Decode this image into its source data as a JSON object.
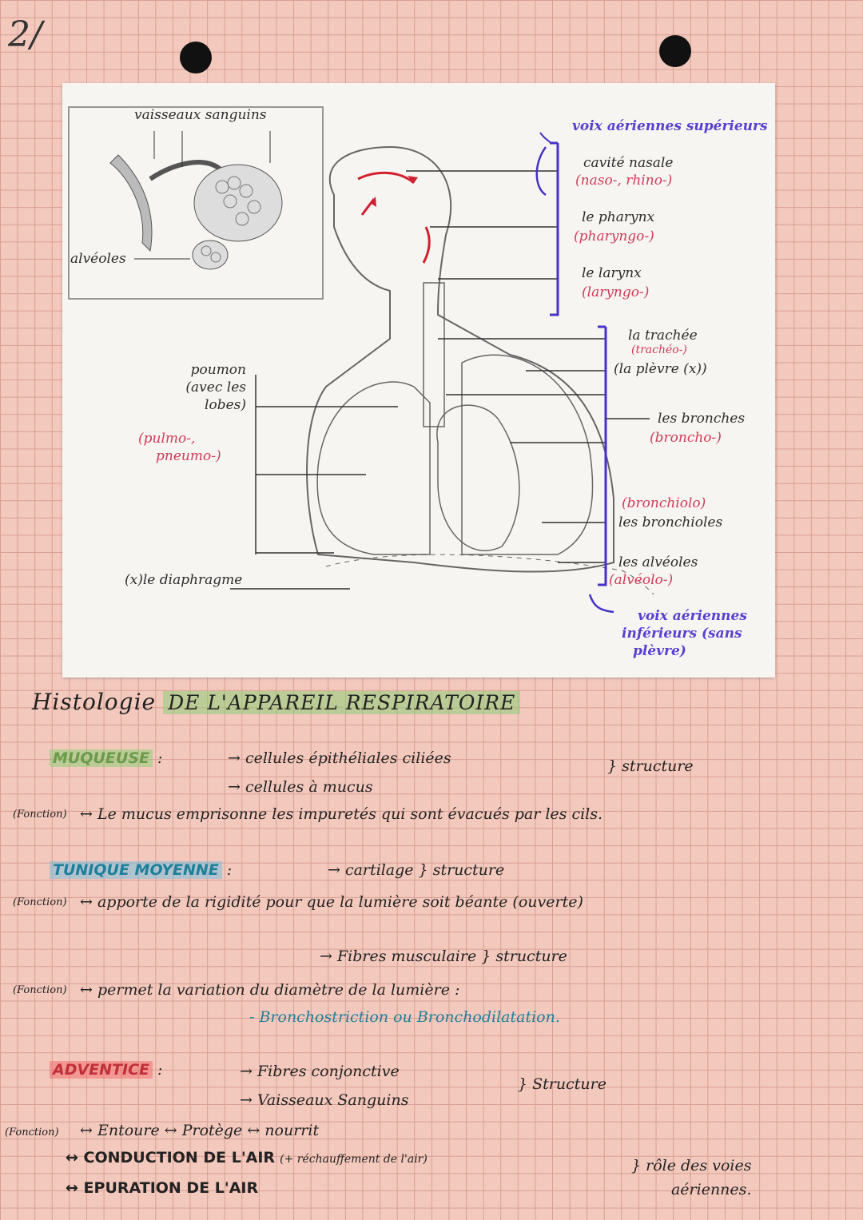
{
  "page_number": "2/",
  "diagram": {
    "labels": {
      "vaisseaux": "vaisseaux sanguins",
      "alveoles_small": "alvéoles",
      "poumon": [
        "poumon",
        "(avec les",
        "lobes)"
      ],
      "poumon_prefix": [
        "(pulmo-,",
        "pneumo-)"
      ],
      "diaphragme": "(x)le diaphragme",
      "voix_sup": "voix aériennes supérieurs",
      "cavite": "cavité nasale",
      "cavite_prefix": "(naso-, rhino-)",
      "pharynx": "le pharynx",
      "pharynx_prefix": "(pharyngo-)",
      "larynx": "le larynx",
      "larynx_prefix": "(laryngo-)",
      "trachee": "la trachée",
      "trachee_prefix": "(trachéo-)",
      "plevre": "(la plèvre (x))",
      "bronches": "les bronches",
      "bronches_prefix": "(broncho-)",
      "bronchioles_prefix": "(bronchiolo)",
      "bronchioles": "les bronchioles",
      "alveoles": "les alvéoles",
      "alveoles_prefix": "(alvéolo-)",
      "voix_inf": [
        "voix aériennes",
        "inférieurs (sans",
        "plèvre)"
      ]
    }
  },
  "notes": {
    "title_prefix": "Histologie",
    "title_rest": "DE L'APPAREIL RESPIRATOIRE",
    "muqueuse": {
      "label": "MUQUEUSE",
      "items": [
        "→ cellules épithéliales ciliées",
        "→ cellules à mucus"
      ],
      "bracket": "} structure",
      "fonction_tag": "(Fonction)",
      "fonction": "↔ Le mucus emprisonne les impuretés qui sont évacués par les cils."
    },
    "tunique": {
      "label": "TUNIQUE MOYENNE",
      "item1": "→ cartilage } structure",
      "fonction_tag": "(Fonction)",
      "fonction1": "↔ apporte de la rigidité pour que la lumière soit béante (ouverte)",
      "item2": "→ Fibres musculaire } structure",
      "fonction2": "↔ permet la variation du diamètre de la lumière :",
      "variation": "- Bronchostriction ou Bronchodilatation."
    },
    "adventice": {
      "label": "ADVENTICE",
      "items": [
        "→ Fibres conjonctive",
        "→ Vaisseaux Sanguins"
      ],
      "bracket": "} Structure",
      "fonction_tag": "(Fonction)",
      "line1": "↔ Entoure ↔ Protège ↔ nourrit",
      "line2a": "↔ CONDUCTION DE L'AIR",
      "line2b": "(+ réchauffement de l'air)",
      "line3": "↔ EPURATION DE L'AIR",
      "role": [
        "} rôle des voies",
        "aériennes."
      ]
    }
  }
}
